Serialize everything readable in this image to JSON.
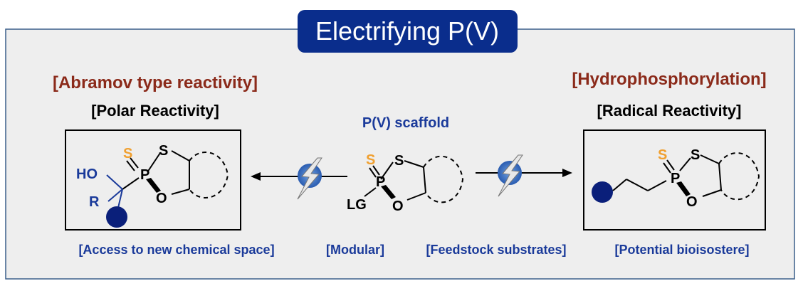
{
  "title": "Electrifying P(V)",
  "center": {
    "heading": "P(V) scaffold"
  },
  "left": {
    "heading_red": "[Abramov type reactivity]",
    "heading_black": "[Polar Reactivity]"
  },
  "right": {
    "heading_red": "[Hydrophosphorylation]",
    "heading_black": "[Radical Reactivity]"
  },
  "captions": [
    "[Access to new chemical space]",
    "[Modular]",
    "[Feedstock substrates]",
    "[Potential bioisostere]"
  ],
  "atoms": {
    "S_thione": "S",
    "S_ring": "S",
    "P": "P",
    "O_ring": "O",
    "LG": "LG",
    "HO": "HO",
    "R": "R"
  },
  "colors": {
    "title_bg": "#0a2d8c",
    "panel_bg": "#eeeeee",
    "panel_border": "#3a5f8a",
    "red_heading": "#8b2a1a",
    "blue": "#1a3a9a",
    "orange": "#f0a030",
    "dark_blue_dot": "#0a1f7a",
    "bolt_blue": "#3a6fc0"
  },
  "icons": [
    "lightning-bolt-icon",
    "lightning-bolt-icon"
  ]
}
